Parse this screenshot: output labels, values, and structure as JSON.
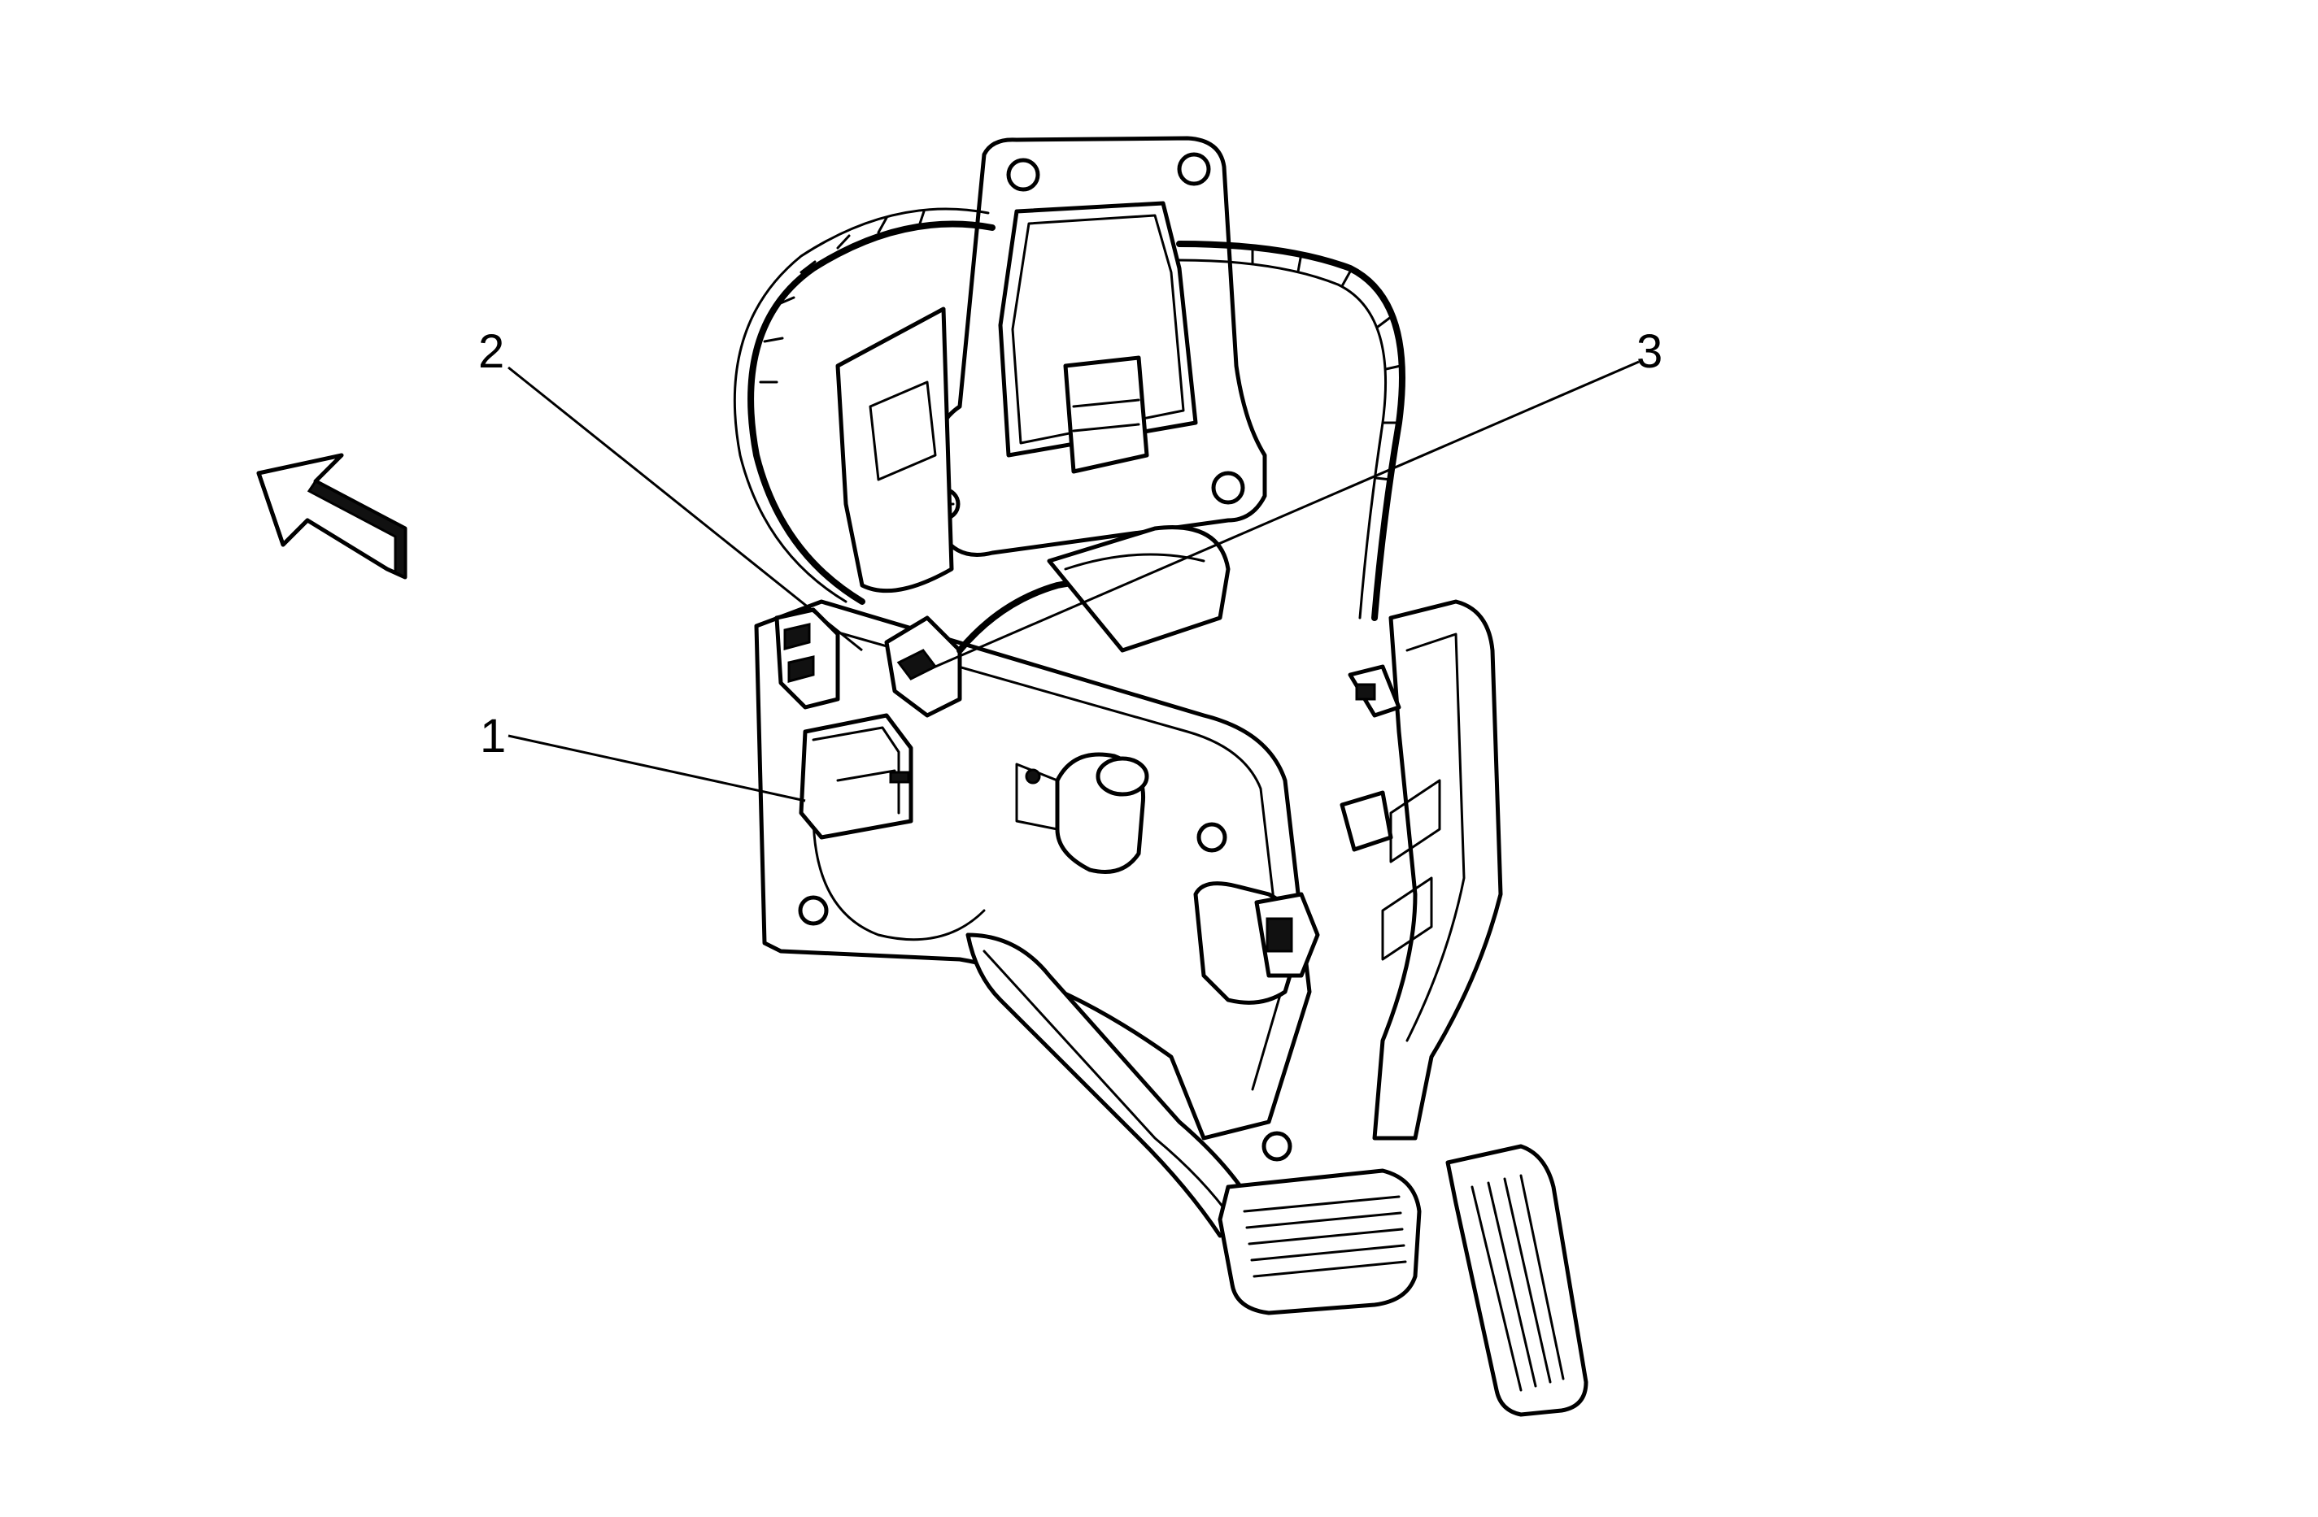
{
  "callouts": [
    {
      "id": "1",
      "label": "1",
      "part": "connector-1"
    },
    {
      "id": "2",
      "label": "2",
      "part": "connector-2"
    },
    {
      "id": "3",
      "label": "3",
      "part": "connector-3"
    }
  ],
  "colors": {
    "ink": "#000000",
    "background": "#ffffff"
  },
  "icons": {
    "view_arrow": "direction-arrow-icon"
  }
}
